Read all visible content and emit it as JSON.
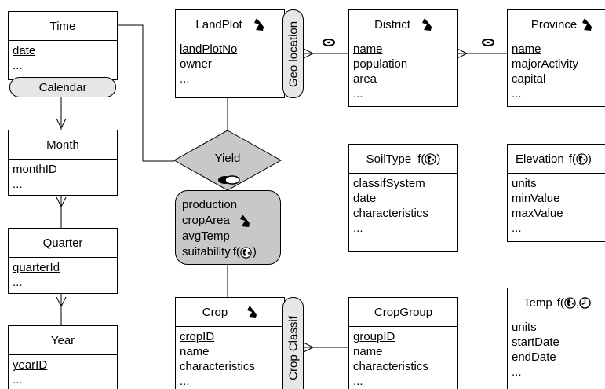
{
  "colors": {
    "pill_bg": "#e6e6e6",
    "rel_bg": "#c8c8c8",
    "line": "#000000"
  },
  "entities": {
    "time": {
      "title": "Time",
      "attrs": [
        "date",
        "..."
      ],
      "key": "date"
    },
    "month": {
      "title": "Month",
      "attrs": [
        "monthID",
        "..."
      ],
      "key": "monthID"
    },
    "quarter": {
      "title": "Quarter",
      "attrs": [
        "quarterId",
        "..."
      ],
      "key": "quarterId"
    },
    "year": {
      "title": "Year",
      "attrs": [
        "yearID",
        "..."
      ],
      "key": "yearID"
    },
    "landplot": {
      "title": "LandPlot",
      "attrs": [
        "landPlotNo",
        "owner",
        "..."
      ],
      "key": "landPlotNo",
      "icon": "surface-icon"
    },
    "district": {
      "title": "District",
      "attrs": [
        "name",
        "population",
        "area",
        "..."
      ],
      "key": "name",
      "icon": "surface-icon"
    },
    "province": {
      "title": "Province",
      "attrs": [
        "name",
        "majorActivity",
        "capital",
        "..."
      ],
      "key": "name",
      "icon": "surface-icon"
    },
    "soiltype": {
      "title": "SoilType",
      "func": "f(",
      "func_end": ")",
      "attrs": [
        "classifSystem",
        "date",
        "characteristics",
        "..."
      ],
      "icon": "globe-icon"
    },
    "elevation": {
      "title": "Elevation",
      "func": "f(",
      "func_end": ")",
      "attrs": [
        "units",
        "minValue",
        "maxValue",
        "..."
      ],
      "icon": "globe-icon"
    },
    "temp": {
      "title": "Temp",
      "func": "f(",
      "func_sep": ",",
      "attrs": [
        "units",
        "startDate",
        "endDate",
        "..."
      ],
      "icon": "globe-clock-icon"
    },
    "crop": {
      "title": "Crop",
      "attrs": [
        "cropID",
        "name",
        "characteristics",
        "..."
      ],
      "key": "cropID",
      "icon": "surface-icon"
    },
    "cropgroup": {
      "title": "CropGroup",
      "attrs": [
        "groupID",
        "name",
        "characteristics",
        "..."
      ],
      "key": "groupID"
    }
  },
  "relationship": {
    "name": "Yield",
    "attrs": [
      "production",
      "cropArea",
      "avgTemp",
      "suitability"
    ],
    "suitability_func": "f(",
    "suitability_func_end": ")"
  },
  "hierarchies": {
    "calendar": "Calendar",
    "geo_location": "Geo location",
    "crop_classif": "Crop Classif"
  }
}
